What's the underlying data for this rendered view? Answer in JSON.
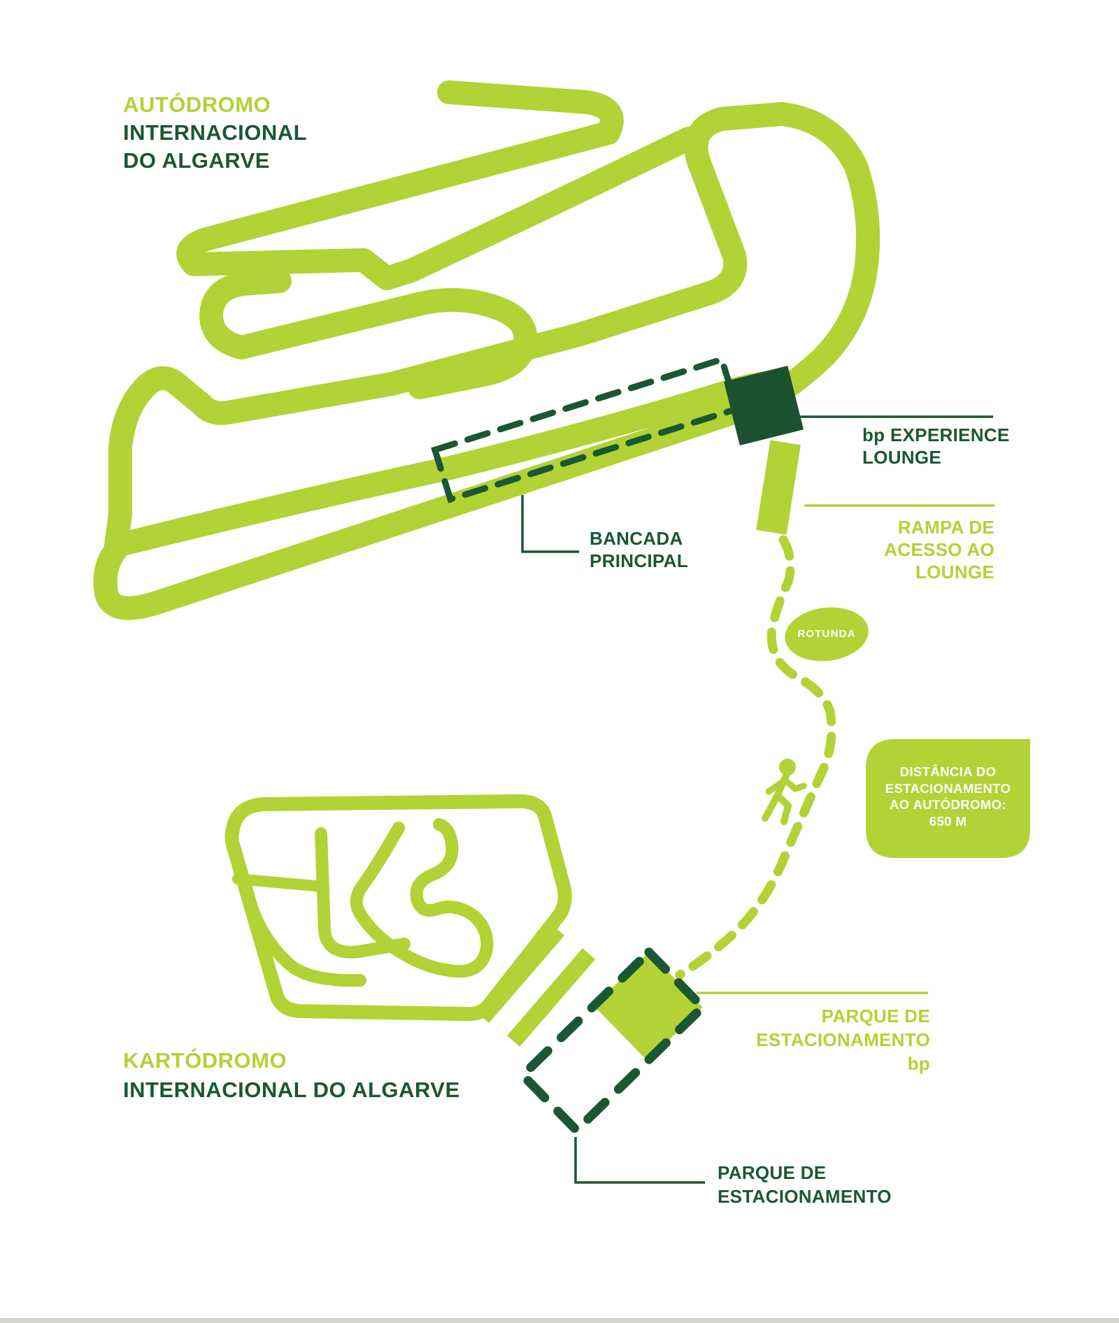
{
  "titles": {
    "autodromo": {
      "line1": "AUTÓDROMO",
      "line2": "INTERNACIONAL",
      "line3": "DO ALGARVE"
    },
    "kartodromo": {
      "line1": "KARTÓDROMO",
      "line2": "INTERNACIONAL DO ALGARVE"
    }
  },
  "labels": {
    "bp_lounge": {
      "line1": "bp EXPERIENCE",
      "line2": "LOUNGE"
    },
    "rampa": {
      "line1": "RAMPA DE",
      "line2": "ACESSO AO",
      "line3": "LOUNGE"
    },
    "bancada": {
      "line1": "BANCADA",
      "line2": "PRINCIPAL"
    },
    "rotunda": "ROTUNDA",
    "distancia": {
      "line1": "DISTÂNCIA DO",
      "line2": "ESTACIONAMENTO",
      "line3": "AO AUTÓDROMO:",
      "line4": "650 M"
    },
    "parque_bp": {
      "line1": "PARQUE DE",
      "line2": "ESTACIONAMENTO",
      "line3": "bp"
    },
    "parque": {
      "line1": "PARQUE DE",
      "line2": "ESTACIONAMENTO"
    }
  },
  "icons": {
    "walking": "walking-person-icon",
    "rotunda_shape": "roundabout-ellipse",
    "distance_bubble": "distance-callout-bubble"
  },
  "colors": {
    "light_green": "#b2d235",
    "dark_green": "#1a5733",
    "square_green": "#1b512e",
    "white": "#ffffff",
    "footer_grey": "#cbcec7"
  }
}
